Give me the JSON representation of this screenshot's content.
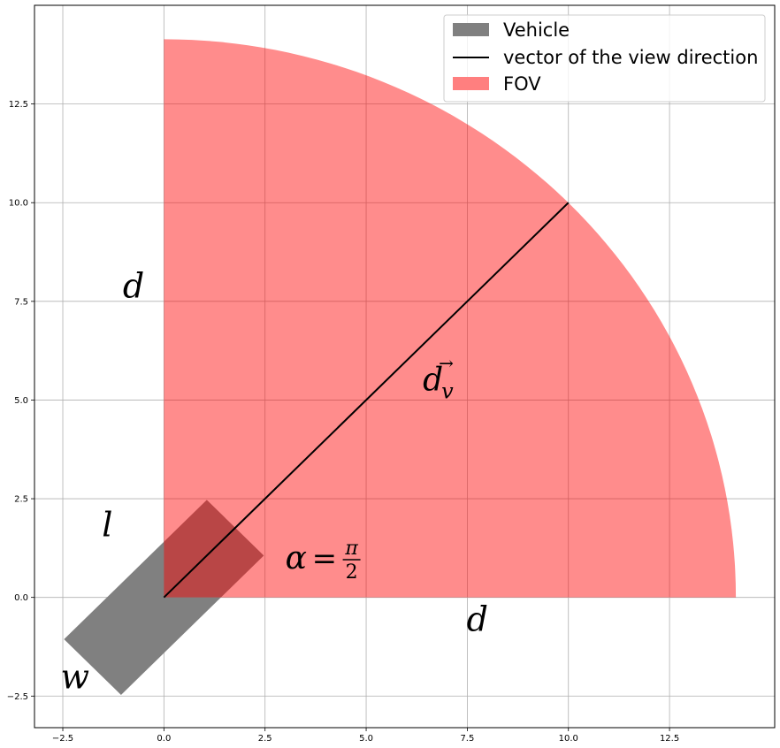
{
  "chart_data": {
    "type": "scatter",
    "title": "",
    "xlabel": "",
    "ylabel": "",
    "xlim": [
      -3.2,
      15.1
    ],
    "ylim": [
      -3.3,
      15.0
    ],
    "xticks": [
      -2.5,
      0.0,
      2.5,
      5.0,
      7.5,
      10.0,
      12.5
    ],
    "yticks": [
      -2.5,
      0.0,
      2.5,
      5.0,
      7.5,
      10.0,
      12.5
    ],
    "x_tick_labels": [
      "−2.5",
      "0.0",
      "2.5",
      "5.0",
      "7.5",
      "10.0",
      "12.5"
    ],
    "y_tick_labels": [
      "−2.5",
      "0.0",
      "2.5",
      "5.0",
      "7.5",
      "10.0",
      "12.5"
    ],
    "grid": true,
    "legend_position": "top-right",
    "series": [
      {
        "name": "Vehicle",
        "kind": "polygon",
        "color": "#808080",
        "points": [
          [
            -2.47,
            -1.06
          ],
          [
            1.06,
            2.47
          ],
          [
            2.47,
            1.06
          ],
          [
            -1.06,
            -2.47
          ]
        ]
      },
      {
        "name": "vector of the view direction",
        "kind": "line",
        "color": "#000000",
        "points": [
          [
            0.0,
            0.0
          ],
          [
            10.0,
            10.0
          ]
        ]
      },
      {
        "name": "FOV",
        "kind": "sector",
        "color": "#ff7f7f",
        "center": [
          0.0,
          0.0
        ],
        "radius": 14.14,
        "start_angle_deg": 0,
        "end_angle_deg": 90
      }
    ],
    "annotations": [
      {
        "id": "d-left",
        "text": "d",
        "x": -0.75,
        "y": 7.6,
        "size": "large",
        "style": "italic"
      },
      {
        "id": "d-bottom",
        "text": "d",
        "x": 7.75,
        "y": -0.85,
        "size": "large",
        "style": "italic"
      },
      {
        "id": "l",
        "text": "l",
        "x": -1.4,
        "y": 1.55,
        "size": "large",
        "style": "italic"
      },
      {
        "id": "w",
        "text": "w",
        "x": -2.2,
        "y": -2.3,
        "size": "large",
        "style": "italic"
      },
      {
        "id": "dv",
        "text": "d",
        "subscript": "v",
        "accent": "→",
        "x": 6.4,
        "y": 5.25,
        "size": "large",
        "style": "italic"
      },
      {
        "id": "alpha",
        "text": "α",
        "equals": "=",
        "numerator": "π",
        "denominator": "2",
        "x": 3.0,
        "y": 1.0,
        "size": "large",
        "style": "math"
      }
    ]
  }
}
